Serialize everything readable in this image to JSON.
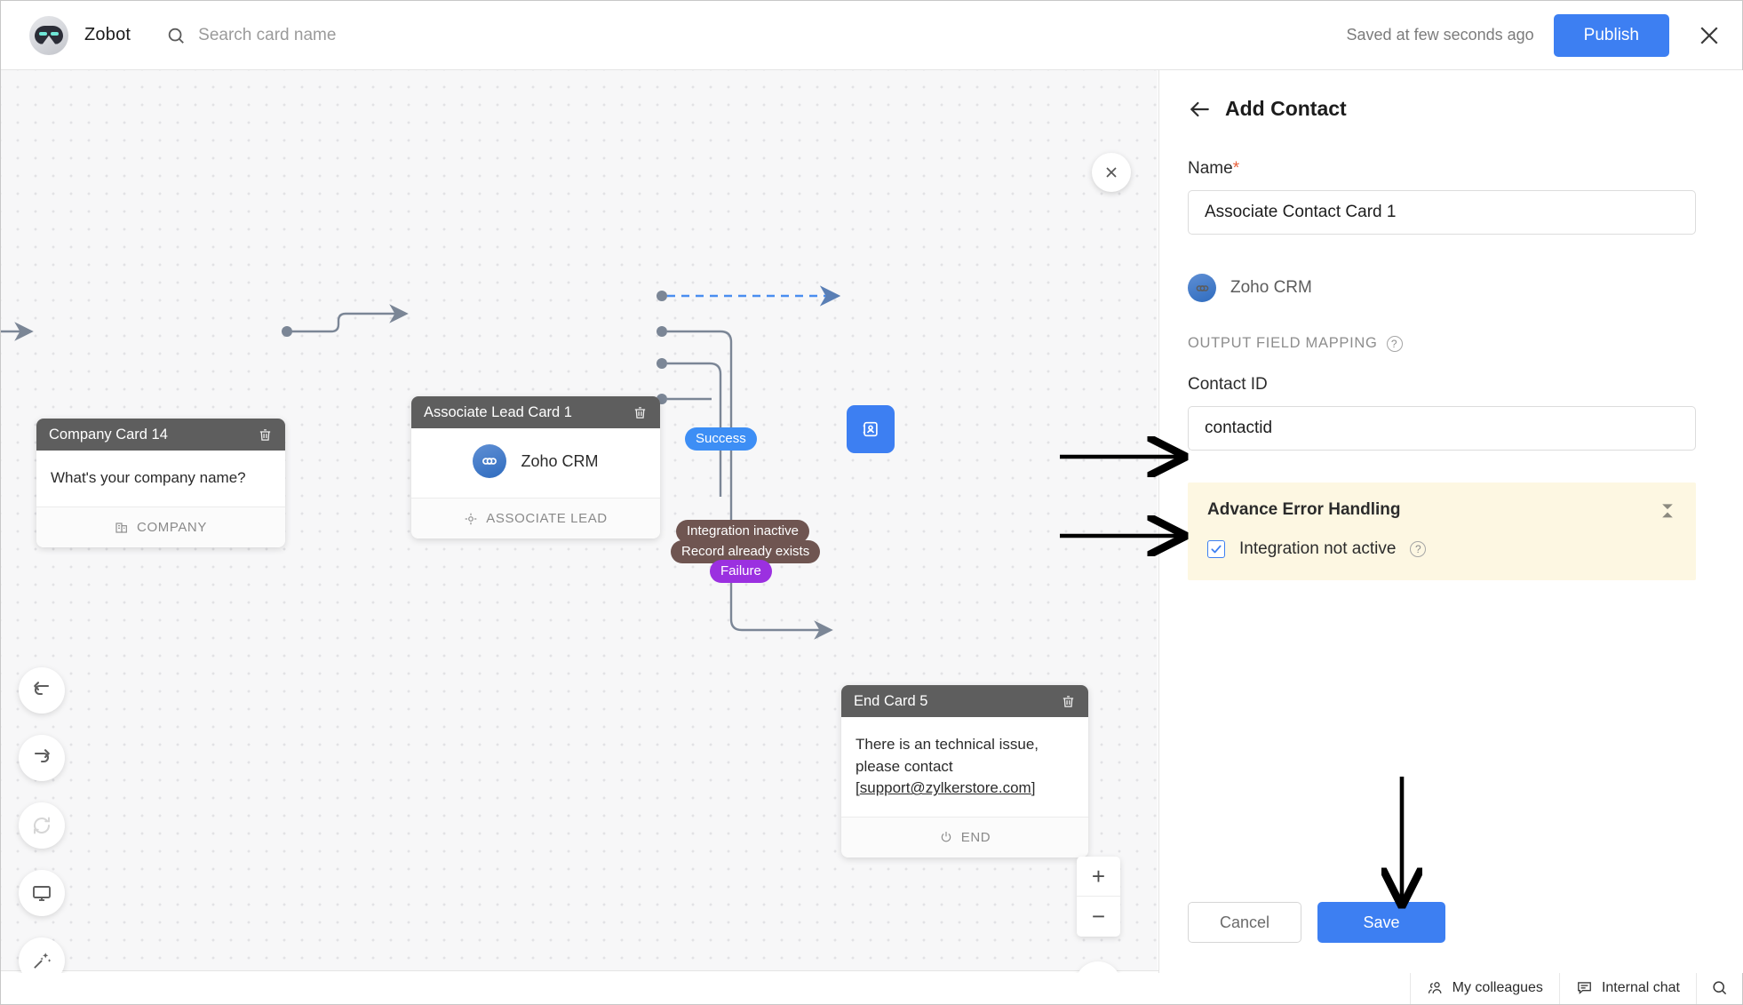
{
  "topbar": {
    "brand": "Zobot",
    "search_placeholder": "Search card name",
    "saved_text": "Saved at few seconds ago",
    "publish_label": "Publish"
  },
  "canvas": {
    "cards": [
      {
        "title": "Company Card 14",
        "body": "What's your company name?",
        "footer": "COMPANY",
        "footer_icon": "building-icon"
      },
      {
        "title": "Associate Lead Card 1",
        "integration": "Zoho CRM",
        "footer": "ASSOCIATE LEAD",
        "footer_icon": "target-icon"
      },
      {
        "title": "End Card 5",
        "body_prefix": "There is an technical issue, please contact [",
        "body_link": "support@zylkerstore.com",
        "body_suffix": "]",
        "footer": "END",
        "footer_icon": "power-icon"
      }
    ],
    "pills": {
      "success": "Success",
      "integration_inactive": "Integration inactive",
      "record_exists": "Record already exists",
      "failure": "Failure"
    },
    "rail": [
      {
        "name": "undo-icon"
      },
      {
        "name": "redo-icon"
      },
      {
        "name": "refresh-icon"
      },
      {
        "name": "preview-monitor-icon"
      },
      {
        "name": "magic-wand-icon"
      }
    ],
    "zoom": {
      "in": "+",
      "out": "−"
    },
    "colors": {
      "success_pill": "#3d8ef5",
      "error_pill": "#6f5551",
      "failure_pill": "#9b30e0",
      "card_header": "#5e5e5e",
      "accent_blue": "#3d7ff2"
    }
  },
  "panel": {
    "title": "Add Contact",
    "back_icon": "back-arrow-icon",
    "name_label": "Name",
    "name_required_mark": "*",
    "name_value": "Associate Contact Card 1",
    "integration_name": "Zoho CRM",
    "output_section_label": "OUTPUT FIELD MAPPING",
    "contact_id_label": "Contact ID",
    "contact_id_value": "contactid",
    "advance_error_handling": {
      "title": "Advance Error Handling",
      "option_label": "Integration not active",
      "option_checked": true
    },
    "cancel_label": "Cancel",
    "save_label": "Save"
  },
  "bottombar": {
    "colleagues_label": "My colleagues",
    "internal_chat_label": "Internal chat",
    "search_icon": "search-icon"
  }
}
